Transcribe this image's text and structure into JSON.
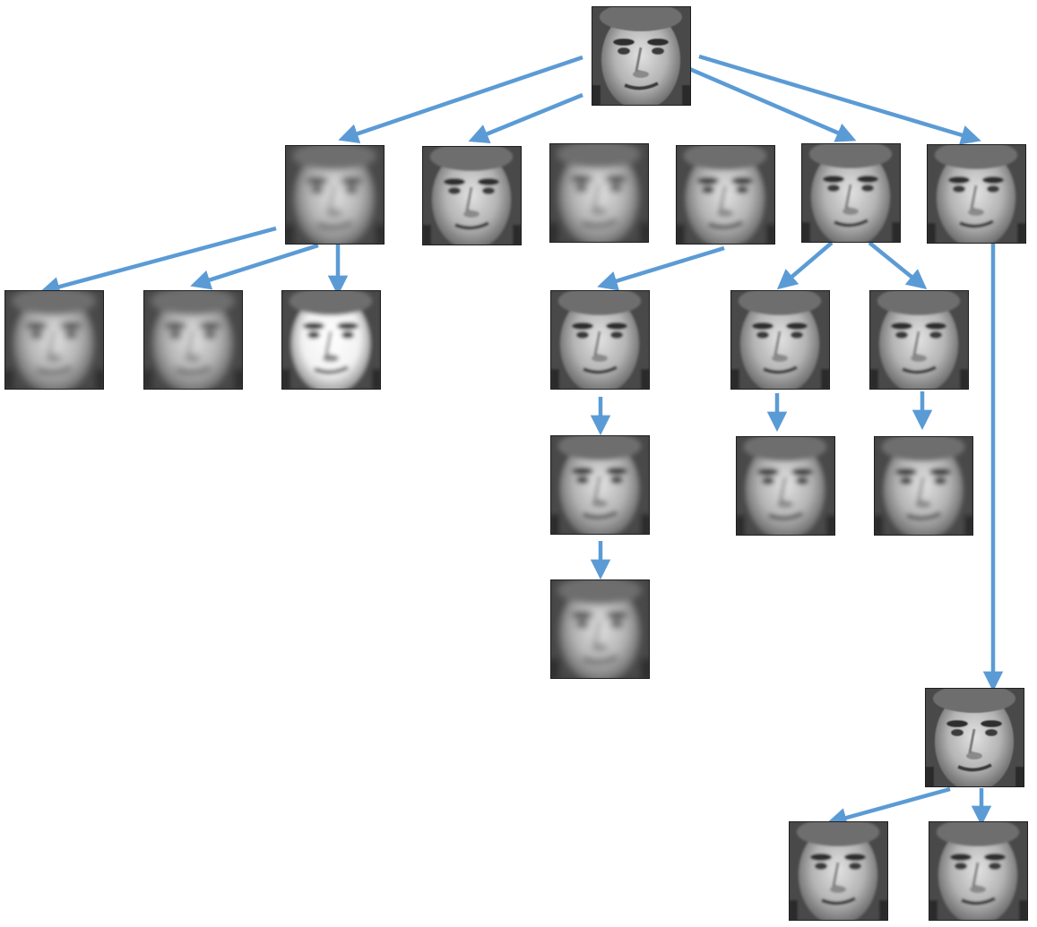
{
  "diagram": {
    "arrow_color": "#5b9bd5",
    "nodes": [
      {
        "id": "root",
        "blur": "sharp"
      },
      {
        "id": "a1",
        "blur": "heavy"
      },
      {
        "id": "a2",
        "blur": "light"
      },
      {
        "id": "a3",
        "blur": "heavy"
      },
      {
        "id": "a4",
        "blur": "medium"
      },
      {
        "id": "a5",
        "blur": "light"
      },
      {
        "id": "a6",
        "blur": "light"
      },
      {
        "id": "b1",
        "blur": "heavy"
      },
      {
        "id": "b2",
        "blur": "heavy"
      },
      {
        "id": "b3",
        "blur": "high-contrast"
      },
      {
        "id": "c1",
        "blur": "light"
      },
      {
        "id": "c2",
        "blur": "light"
      },
      {
        "id": "c3",
        "blur": "light"
      },
      {
        "id": "d1",
        "blur": "medium"
      },
      {
        "id": "d2",
        "blur": "medium"
      },
      {
        "id": "d3",
        "blur": "medium"
      },
      {
        "id": "e1",
        "blur": "heavy"
      },
      {
        "id": "f1",
        "blur": "sharp"
      },
      {
        "id": "g1",
        "blur": "light"
      },
      {
        "id": "g2",
        "blur": "light"
      }
    ],
    "edges": [
      [
        "root",
        "a1"
      ],
      [
        "root",
        "a2"
      ],
      [
        "root",
        "a5"
      ],
      [
        "root",
        "a6"
      ],
      [
        "a1",
        "b1"
      ],
      [
        "a1",
        "b2"
      ],
      [
        "a1",
        "b3"
      ],
      [
        "a4",
        "c1"
      ],
      [
        "a5",
        "c2"
      ],
      [
        "a5",
        "c3"
      ],
      [
        "c1",
        "d1"
      ],
      [
        "d1",
        "e1"
      ],
      [
        "c2",
        "d2"
      ],
      [
        "c3",
        "d3"
      ],
      [
        "a6",
        "f1"
      ],
      [
        "f1",
        "g1"
      ],
      [
        "f1",
        "g2"
      ]
    ]
  }
}
